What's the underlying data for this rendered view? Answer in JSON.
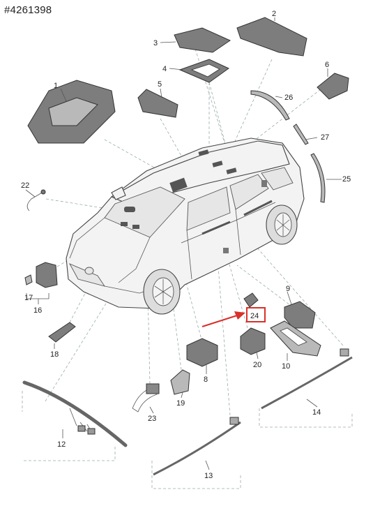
{
  "reference": "#4261398",
  "parts": [
    {
      "id": "1",
      "label": "1"
    },
    {
      "id": "2",
      "label": "2"
    },
    {
      "id": "3",
      "label": "3"
    },
    {
      "id": "4",
      "label": "4"
    },
    {
      "id": "5",
      "label": "5"
    },
    {
      "id": "6",
      "label": "6"
    },
    {
      "id": "8",
      "label": "8"
    },
    {
      "id": "9",
      "label": "9"
    },
    {
      "id": "10",
      "label": "10"
    },
    {
      "id": "12",
      "label": "12"
    },
    {
      "id": "13",
      "label": "13"
    },
    {
      "id": "14",
      "label": "14"
    },
    {
      "id": "16",
      "label": "16"
    },
    {
      "id": "17",
      "label": "17"
    },
    {
      "id": "18",
      "label": "18"
    },
    {
      "id": "19",
      "label": "19"
    },
    {
      "id": "20",
      "label": "20"
    },
    {
      "id": "22",
      "label": "22"
    },
    {
      "id": "23",
      "label": "23"
    },
    {
      "id": "24",
      "label": "24"
    },
    {
      "id": "25",
      "label": "25"
    },
    {
      "id": "26",
      "label": "26"
    },
    {
      "id": "27",
      "label": "27"
    }
  ],
  "highlight": {
    "part": "24",
    "color": "#d9302a"
  }
}
